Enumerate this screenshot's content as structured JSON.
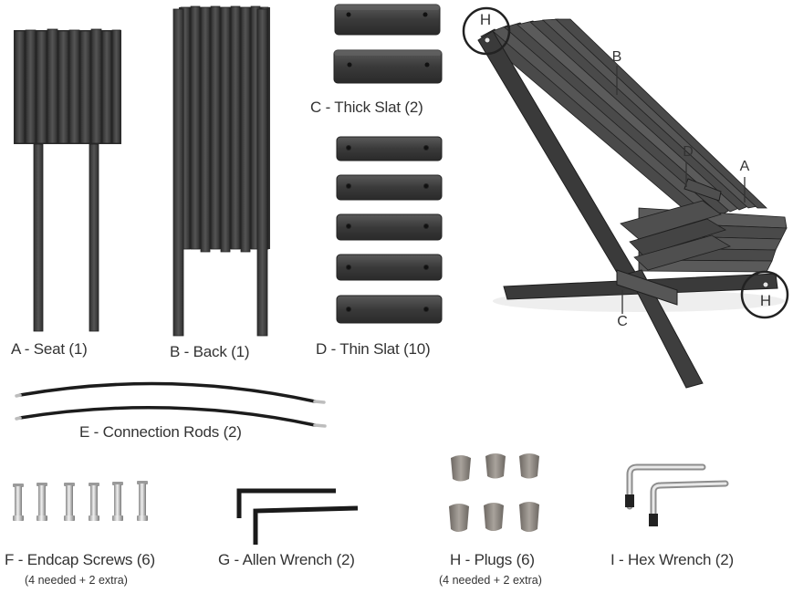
{
  "parts": {
    "a": {
      "label": "A - Seat (1)"
    },
    "b": {
      "label": "B - Back (1)"
    },
    "c": {
      "label": "C - Thick Slat (2)"
    },
    "d": {
      "label": "D - Thin Slat (10)"
    },
    "e": {
      "label": "E - Connection Rods (2)"
    },
    "f": {
      "label": "F - Endcap Screws (6)",
      "note": "(4 needed + 2 extra)"
    },
    "g": {
      "label": "G - Allen Wrench (2)"
    },
    "h": {
      "label": "H - Plugs (6)",
      "note": "(4 needed + 2 extra)"
    },
    "i": {
      "label": "I - Hex Wrench (2)"
    }
  },
  "chair_callouts": {
    "h_top": "H",
    "b": "B",
    "d": "D",
    "a": "A",
    "c": "C",
    "h_bottom": "H"
  },
  "colors": {
    "wood_dark": "#3b3b3b",
    "wood_mid": "#4a4a4a",
    "wood_light": "#5e5e5e",
    "metal": "#c8c8c8",
    "rod": "#1c1c1c",
    "plug": "#8a8580"
  }
}
